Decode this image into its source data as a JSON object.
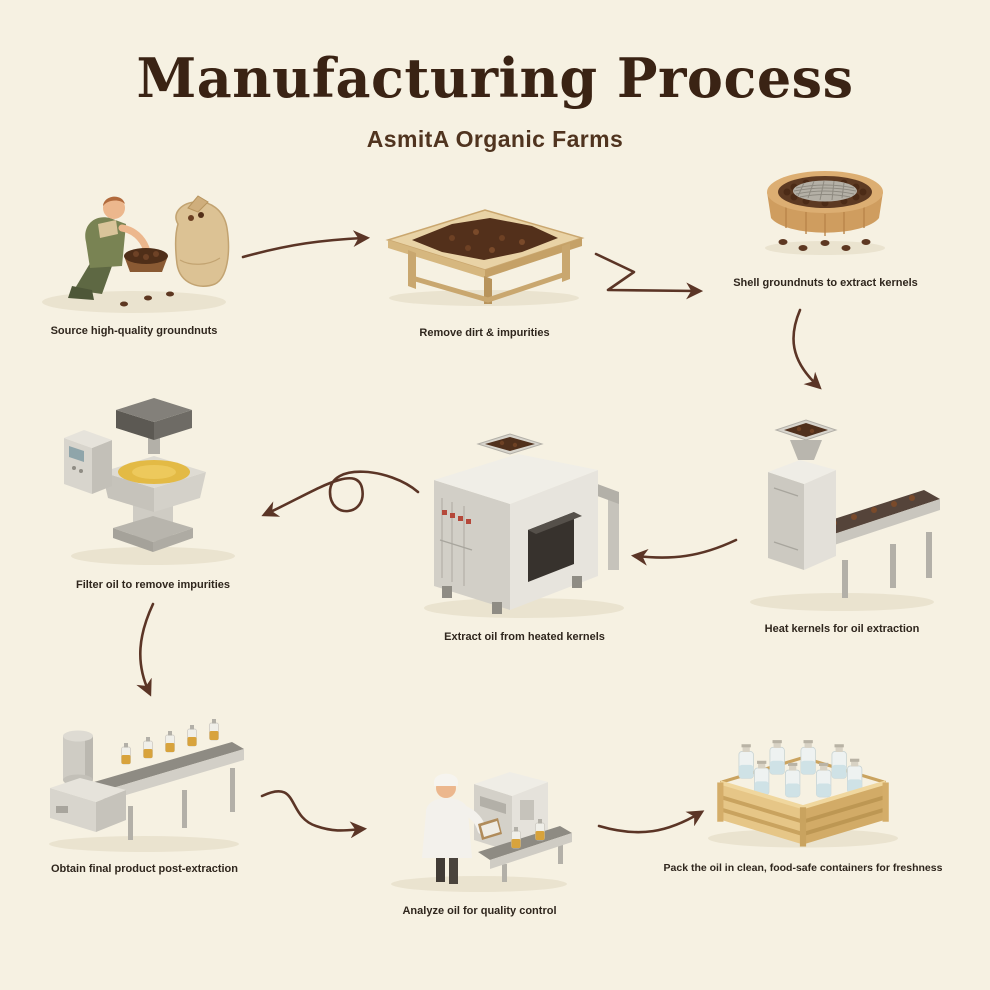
{
  "header": {
    "title": "Manufacturing Process",
    "subtitle": "AsmitA Organic Farms"
  },
  "colors": {
    "background": "#f6f1e2",
    "title": "#3a2314",
    "subtitle": "#50341f",
    "label": "#2f261d",
    "arrow": "#5b3526",
    "wood": "#dcae72",
    "groundnut_brown": "#53301b",
    "machine_gray": "#d4d1c9",
    "oil_yellow": "#e3ba45"
  },
  "steps": [
    {
      "label": "Source high-quality groundnuts",
      "icon": "farmers-sorting-groundnuts-illustration"
    },
    {
      "label": "Remove dirt & impurities",
      "icon": "drying-table-illustration"
    },
    {
      "label": "Shell groundnuts to extract kernels",
      "icon": "shelling-sieve-illustration"
    },
    {
      "label": "Heat kernels for oil extraction",
      "icon": "kernel-heating-machine-illustration"
    },
    {
      "label": "Extract oil from heated kernels",
      "icon": "oil-extraction-machine-illustration"
    },
    {
      "label": "Filter oil to remove impurities",
      "icon": "oil-filter-machine-illustration"
    },
    {
      "label": "Obtain final product post-extraction",
      "icon": "bottling-line-illustration"
    },
    {
      "label": "Analyze oil for quality control",
      "icon": "quality-analysis-illustration"
    },
    {
      "label": "Pack the oil in clean, food-safe containers for freshness",
      "icon": "packed-crate-illustration"
    }
  ],
  "arrows": [
    {
      "from": 1,
      "to": 2
    },
    {
      "from": 2,
      "to": 3
    },
    {
      "from": 3,
      "to": 4
    },
    {
      "from": 4,
      "to": 5
    },
    {
      "from": 5,
      "to": 6
    },
    {
      "from": 6,
      "to": 7
    },
    {
      "from": 7,
      "to": 8
    },
    {
      "from": 8,
      "to": 9
    }
  ]
}
